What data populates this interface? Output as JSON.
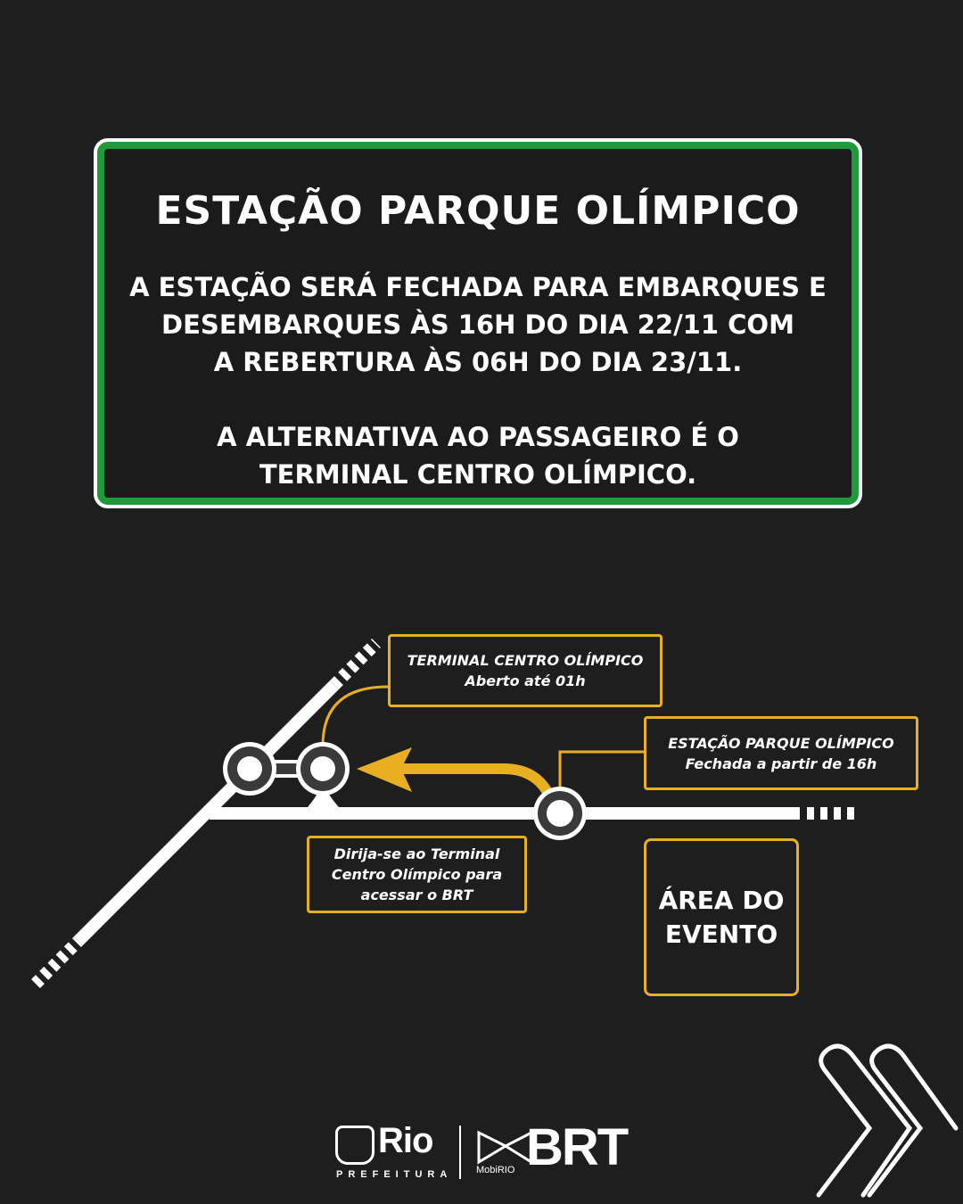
{
  "notice": {
    "title": "ESTAÇÃO PARQUE OLÍMPICO",
    "paragraph1": [
      "A ESTAÇÃO SERÁ FECHADA PARA EMBARQUES E",
      "DESEMBARQUES ÀS 16H DO DIA 22/11 COM",
      "A REBERTURA ÀS 06H DO DIA 23/11."
    ],
    "paragraph2": [
      "A ALTERNATIVA AO PASSAGEIRO É O",
      "TERMINAL CENTRO OLÍMPICO."
    ]
  },
  "map": {
    "terminal": {
      "name": "TERMINAL CENTRO OLÍMPICO",
      "status": "Aberto até 01h"
    },
    "station": {
      "name": "ESTAÇÃO PARQUE OLÍMPICO",
      "status": "Fechada a partir de 16h"
    },
    "instruction": [
      "Dirija-se ao Terminal",
      "Centro Olímpico para",
      "acessar o BRT"
    ],
    "event_area": [
      "ÁREA DO",
      "EVENTO"
    ]
  },
  "footer": {
    "rio_logo": "Rio",
    "rio_sub": "PREFEITURA",
    "brt_logo": "BRT",
    "mobirio": "MobiRIO"
  },
  "colors": {
    "green": "#1f9a3b",
    "yellow": "#e8b020",
    "background": "#1f1e1e"
  }
}
